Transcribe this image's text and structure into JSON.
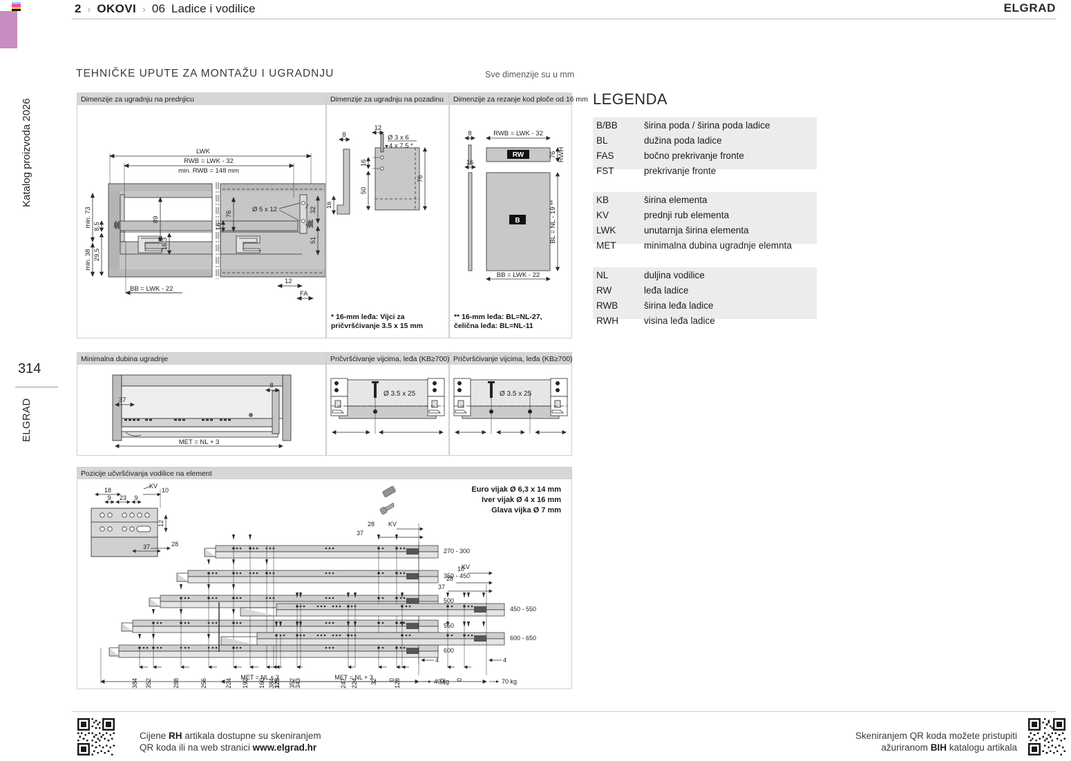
{
  "header": {
    "breadcrumb": {
      "number": "2",
      "section": "OKOVI",
      "code": "06",
      "title": "Ladice i vodilice",
      "sep": "›"
    },
    "brand": "ELGRAD"
  },
  "sidebar": {
    "catalog_title": "Katalog proizvoda 2026",
    "page_number": "314",
    "brand": "ELGRAD"
  },
  "section": {
    "title": "TEHNIČKE UPUTE ZA MONTAŽU I UGRADNJU",
    "note": "Sve dimenzije su u mm"
  },
  "panels": {
    "p1": {
      "title": "Dimenzije za ugradnju na prednjicu",
      "dims": {
        "lwk": "LWK",
        "rwb": "RWB = LWK - 32",
        "min_rwb": "min. RWB = 148 mm",
        "min73": "min. 73",
        "d85": "8,5",
        "min38": "min. 38",
        "d295": "29,5",
        "d89": "89",
        "d163": "16,3",
        "d76": "76",
        "d16": "16",
        "hole": "Ø 5 x 12",
        "d32": "32",
        "d51": "51",
        "d12": "12",
        "fa": "FA",
        "bb": "BB = LWK - 22"
      }
    },
    "p2": {
      "title": "Dimenzije za ugradnju na pozadinu",
      "dims": {
        "d8": "8",
        "d16a": "16",
        "d12": "12",
        "hole1": "Ø 3 x 6",
        "hole2": "4 x 7.5 *",
        "d16b": "16",
        "d50": "50",
        "d76": "76"
      },
      "note": "* 16-mm leđa: Vijci za\npričvršćivanje 3.5 x 15 mm"
    },
    "p3": {
      "title": "Dimenzije za rezanje kod ploče od 16 mm",
      "dims": {
        "d8": "8",
        "d16": "16",
        "rwb": "RWB = LWK - 32",
        "rw": "RW",
        "d76": "76",
        "rwh": "RWH",
        "b": "B",
        "bl": "BL = NL - 19 **",
        "bb": "BB = LWK - 22"
      },
      "note": "** 16-mm leđa: BL=NL-27,\nčelična leđa: BL=NL-11"
    },
    "p4": {
      "title": "Minimalna dubina ugradnje",
      "dims": {
        "d37": "37",
        "d8": "8",
        "met": "MET = NL + 3"
      }
    },
    "p5": {
      "title": "Pričvršćivanje vijcima, leđa (KB≥700)",
      "dims": {
        "screw": "Ø 3.5 x 25"
      }
    },
    "p6": {
      "title": "Pričvršćivanje vijcima, leđa (KB≥700)",
      "dims": {
        "screw": "Ø 3.5 x 25"
      }
    },
    "p7": {
      "title": "Pozicije učvršćivanja vodilice na element",
      "detail": {
        "kv": "KV",
        "d18": "18",
        "d10": "10",
        "d9a": "9",
        "d23": "23",
        "d9b": "9",
        "d12": "12",
        "d28": "28",
        "d37": "37"
      },
      "screws_note": [
        "Euro vijak Ø 6,3 x 14 mm",
        "Iver vijak  Ø 4 x 16 mm",
        "Glava vijka  Ø 7 mm"
      ],
      "left": {
        "kv": "KV",
        "d28": "28",
        "d37": "37",
        "rows": [
          "270 - 300",
          "350 - 450",
          "500",
          "550",
          "600"
        ],
        "ticks": [
          "384",
          "352",
          "288",
          "256",
          "224",
          "192",
          "160",
          "128",
          "32",
          "0"
        ],
        "d4": "4",
        "met": "MET = NL + 3",
        "load": "40 kg"
      },
      "right": {
        "kv": "KV",
        "d10": "10",
        "d28": "28",
        "d37": "37",
        "rows": [
          "450 - 550",
          "600 - 650"
        ],
        "ticks": [
          "384",
          "375",
          "352",
          "343",
          "247",
          "224",
          "128",
          "32",
          "0"
        ],
        "d4": "4",
        "met": "MET = NL + 3",
        "load": "70 kg"
      }
    }
  },
  "legend": {
    "title": "LEGENDA",
    "groups": [
      {
        "rows": [
          {
            "key": "B/BB",
            "value": "širina poda / širina poda ladice"
          },
          {
            "key": "BL",
            "value": "dužina poda ladice"
          },
          {
            "key": "FAS",
            "value": "bočno prekrivanje fronte"
          },
          {
            "key": "FST",
            "value": "prekrivanje fronte"
          }
        ]
      },
      {
        "rows": [
          {
            "key": "KB",
            "value": "širina elementa"
          },
          {
            "key": "KV",
            "value": "prednji rub elementa"
          },
          {
            "key": "LWK",
            "value": "unutarnja širina elementa"
          },
          {
            "key": "MET",
            "value": "minimalna dubina ugradnje elemnta"
          }
        ]
      },
      {
        "rows": [
          {
            "key": "NL",
            "value": "duljina vodilice"
          },
          {
            "key": "RW",
            "value": "leđa ladice"
          },
          {
            "key": "RWB",
            "value": "širina leđa ladice"
          },
          {
            "key": "RWH",
            "value": "visina leđa ladice"
          }
        ]
      }
    ]
  },
  "footer": {
    "left_line1_a": "Cijene ",
    "left_line1_b": "RH",
    "left_line1_c": " artikala dostupne su skeniranjem",
    "left_line2_a": "QR koda ili na web stranici ",
    "left_line2_b": "www.elgrad.hr",
    "right_line1": "Skeniranjem QR koda možete pristupiti",
    "right_line2_a": "ažuriranom ",
    "right_line2_b": "BIH",
    "right_line2_c": " katalogu artikala"
  },
  "colors": {
    "accent_tab": "#c88cc0",
    "panel_header": "#d6d6d6",
    "legend_bg": "#ececec",
    "metal": "#c8c8c8",
    "metal_light": "#dedede",
    "line": "#2a2a2a"
  }
}
